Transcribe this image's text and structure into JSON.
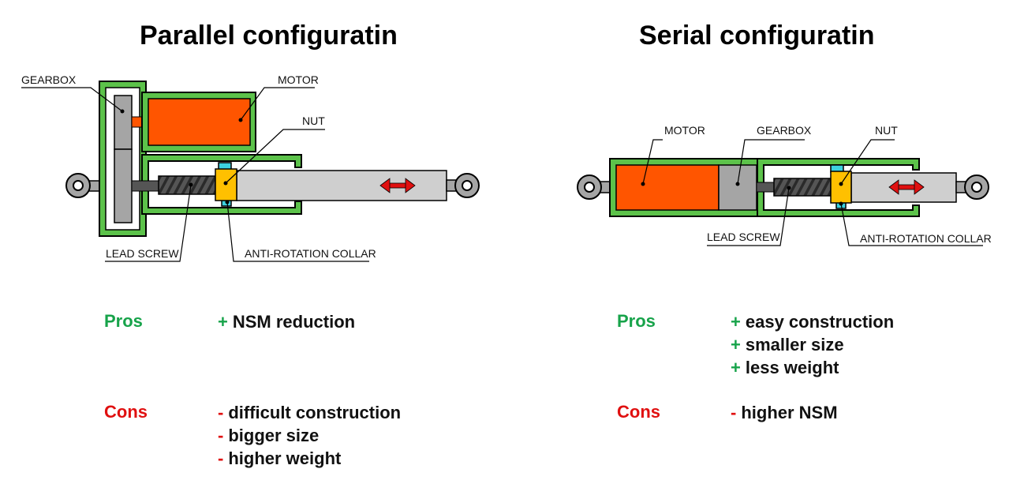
{
  "left": {
    "title": "Parallel configuratin",
    "labels": {
      "gearbox": "GEARBOX",
      "motor": "MOTOR",
      "nut": "NUT",
      "lead_screw": "LEAD SCREW",
      "collar": "ANTI-ROTATION COLLAR"
    },
    "pros_heading": "Pros",
    "pros": [
      "NSM reduction"
    ],
    "cons_heading": "Cons",
    "cons": [
      "difficult construction",
      "bigger size",
      "higher weight"
    ]
  },
  "right": {
    "title": "Serial configuratin",
    "labels": {
      "motor": "MOTOR",
      "gearbox": "GEARBOX",
      "nut": "NUT",
      "lead_screw": "LEAD SCREW",
      "collar": "ANTI-ROTATION COLLAR"
    },
    "pros_heading": "Pros",
    "pros": [
      "easy construction",
      "smaller size",
      "less weight"
    ],
    "cons_heading": "Cons",
    "cons": [
      "higher NSM"
    ]
  },
  "symbols": {
    "plus": "+",
    "minus": "-"
  },
  "colors": {
    "frame": "#5cc24a",
    "motor": "#ff5500",
    "gearbox": "#a5a5a5",
    "tube": "#cfcfcf",
    "nut": "#ffc000",
    "collar": "#3dd1df",
    "arrow": "#e01010",
    "pros": "#17a34a",
    "cons": "#e01010"
  }
}
